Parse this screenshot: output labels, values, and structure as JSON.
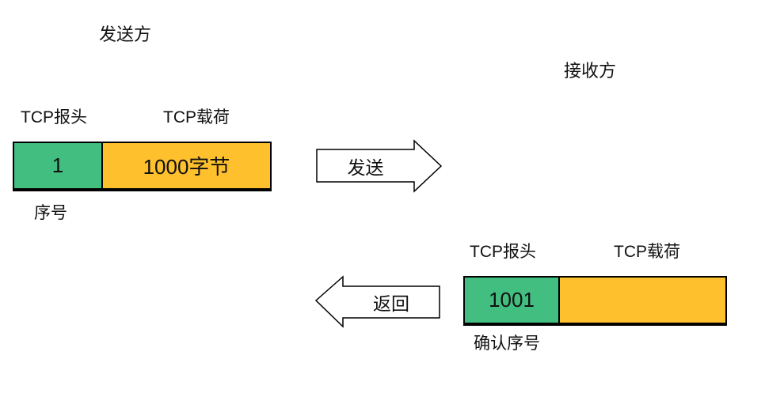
{
  "diagram": {
    "sender": {
      "title": "发送方",
      "header_label": "TCP报头",
      "payload_label": "TCP载荷",
      "packet": {
        "header_value": "1",
        "payload_value": "1000字节"
      },
      "caption": "序号"
    },
    "receiver": {
      "title": "接收方",
      "header_label": "TCP报头",
      "payload_label": "TCP载荷",
      "packet": {
        "header_value": "1001",
        "payload_value": ""
      },
      "caption": "确认序号"
    },
    "arrows": {
      "send_label": "发送",
      "return_label": "返回"
    },
    "colors": {
      "header_fill": "#42be80",
      "payload_fill": "#fec02d",
      "outline": "#000000",
      "arrow_fill": "#ffffff"
    }
  }
}
